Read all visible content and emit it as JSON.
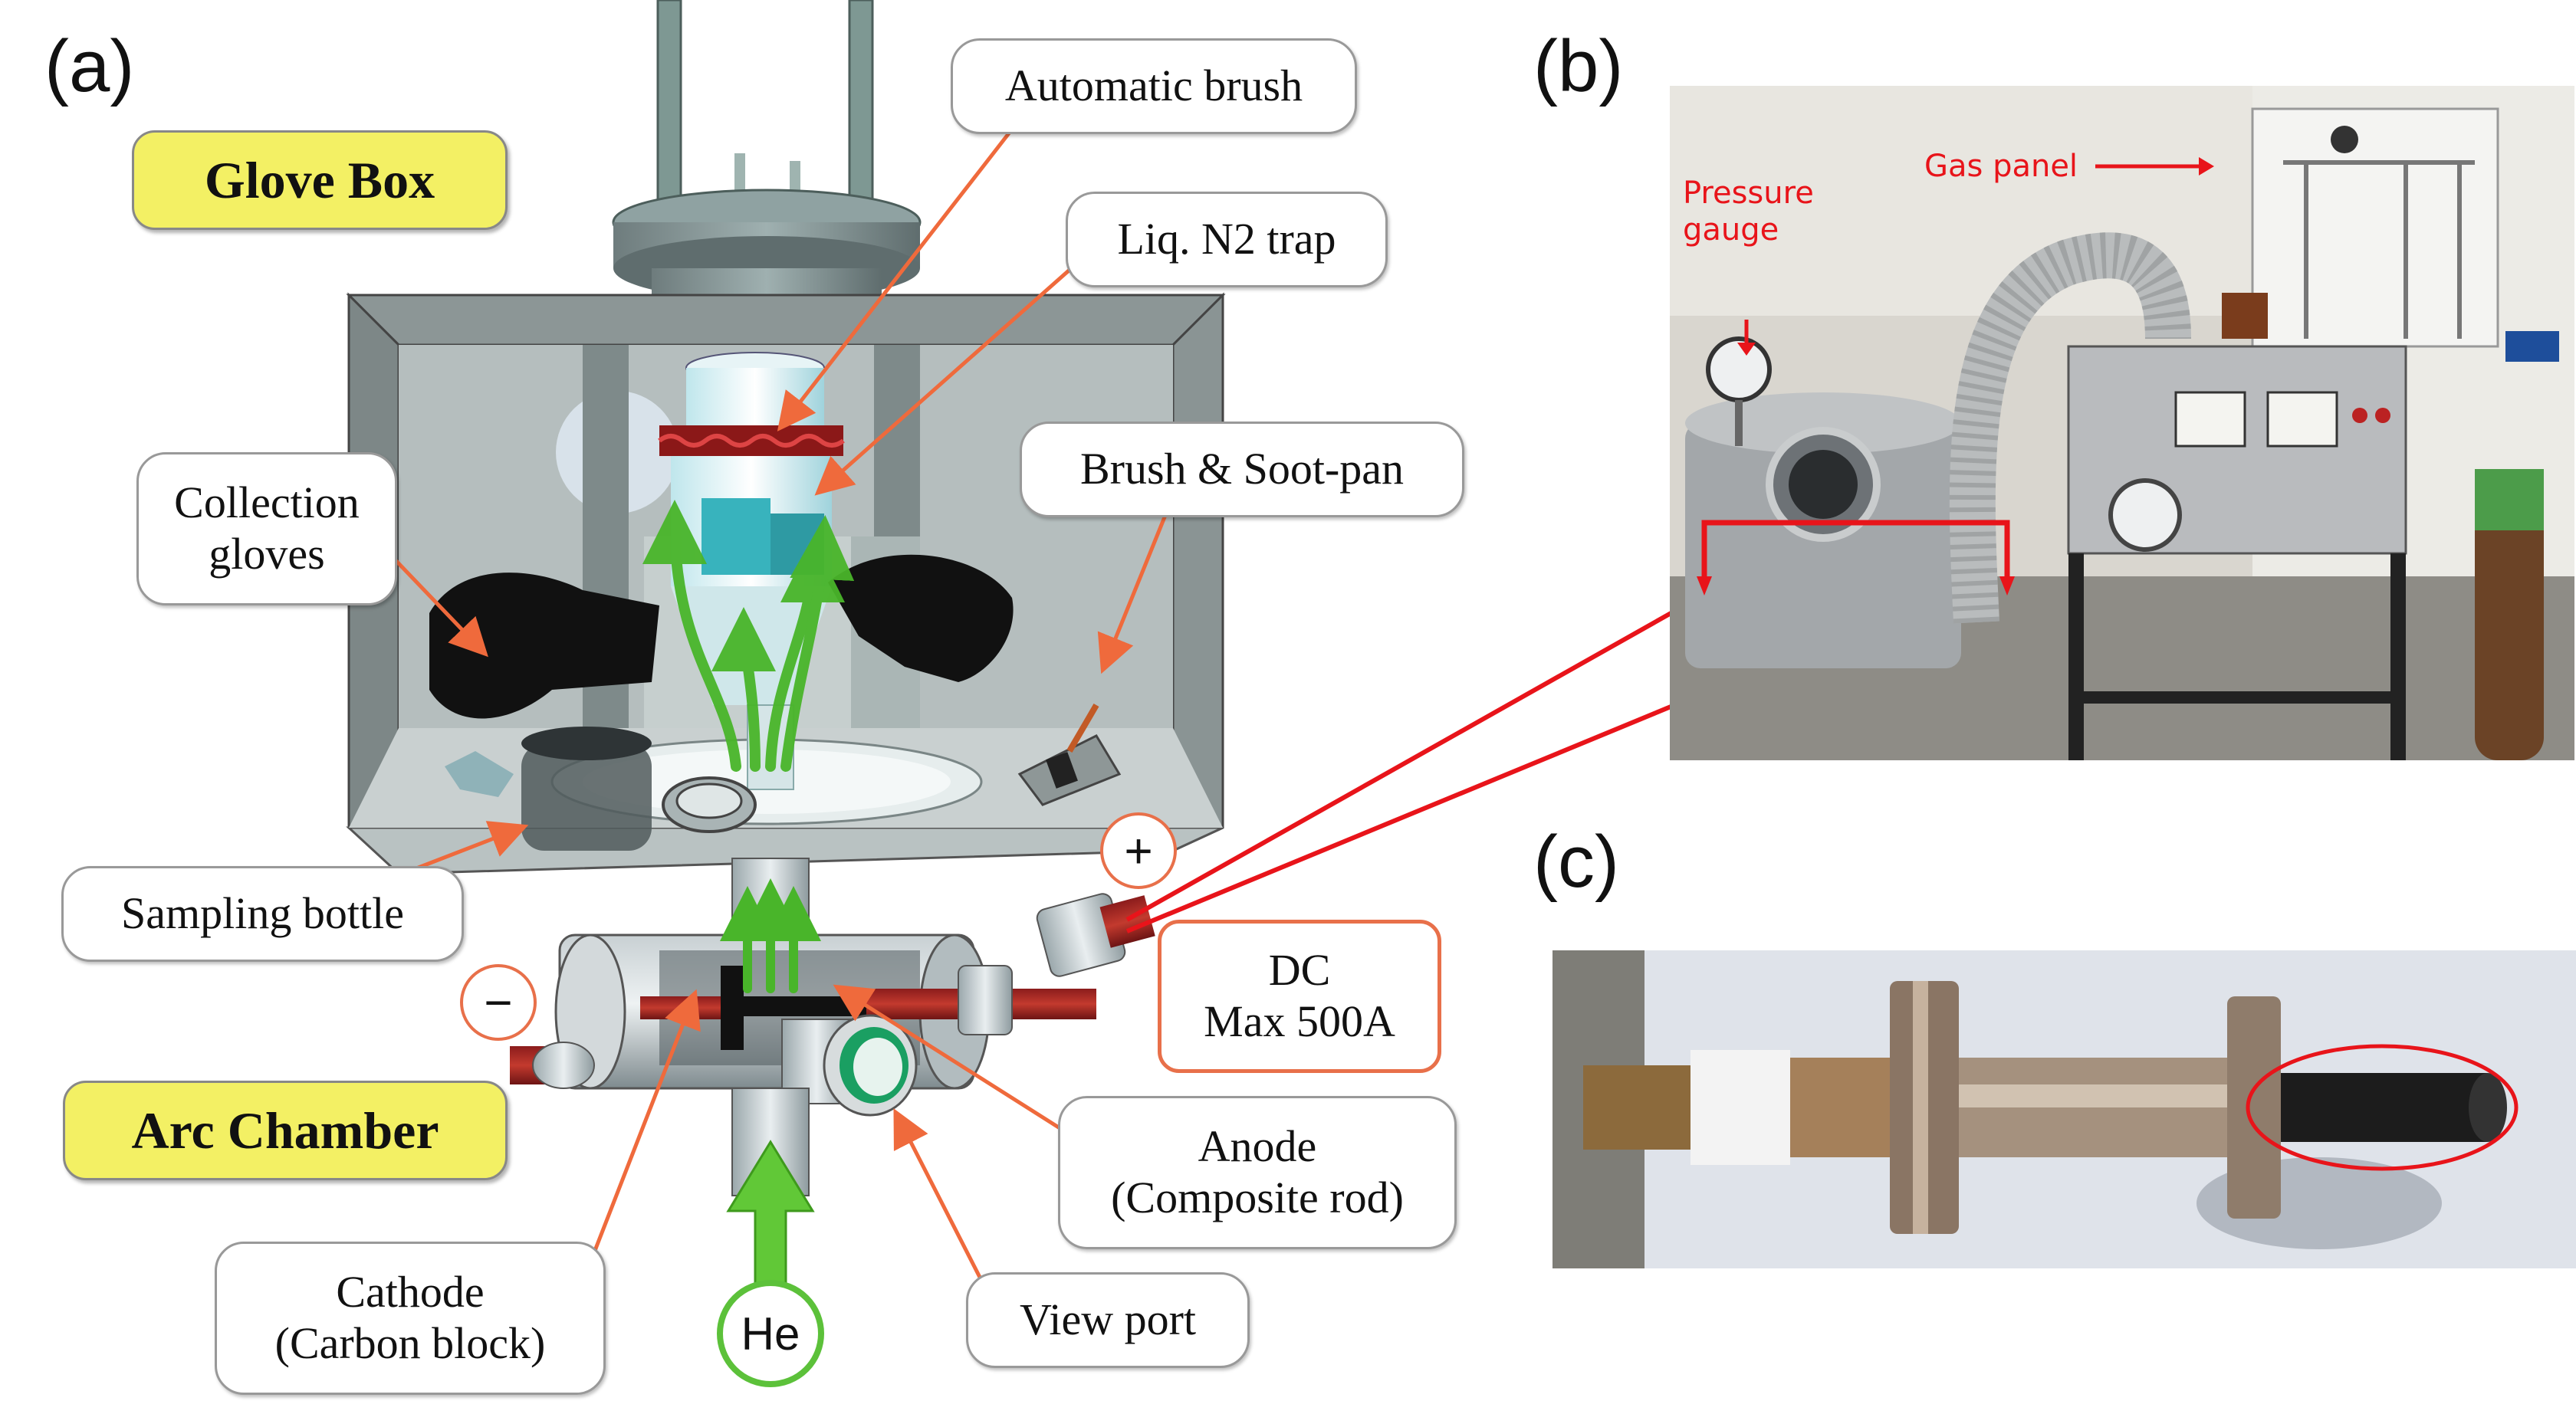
{
  "panels": {
    "a": "(a)",
    "b": "(b)",
    "c": "(c)"
  },
  "diagram": {
    "glove_box": "Glove Box",
    "arc_chamber": "Arc Chamber",
    "automatic_brush": "Automatic brush",
    "liq_n2_trap": "Liq. N2 trap",
    "brush_soot_pan": "Brush & Soot-pan",
    "collection_gloves": [
      "Collection",
      "gloves"
    ],
    "sampling_bottle": "Sampling bottle",
    "plus": "+",
    "minus": "−",
    "dc_supply": [
      "DC",
      "Max 500A"
    ],
    "anode": [
      "Anode",
      "(Composite rod)"
    ],
    "cathode": [
      "Cathode",
      "(Carbon block)"
    ],
    "view_port": "View port",
    "helium": "He"
  },
  "photo_b": {
    "pressure_gauge": [
      "Pressure",
      "gauge"
    ],
    "gas_panel": "Gas panel"
  },
  "colors": {
    "callout_arrow": "#ef6a3c",
    "red_annotation": "#e8141a",
    "yellow_label": "#f3f064",
    "gas_flow": "#5cc13a"
  }
}
